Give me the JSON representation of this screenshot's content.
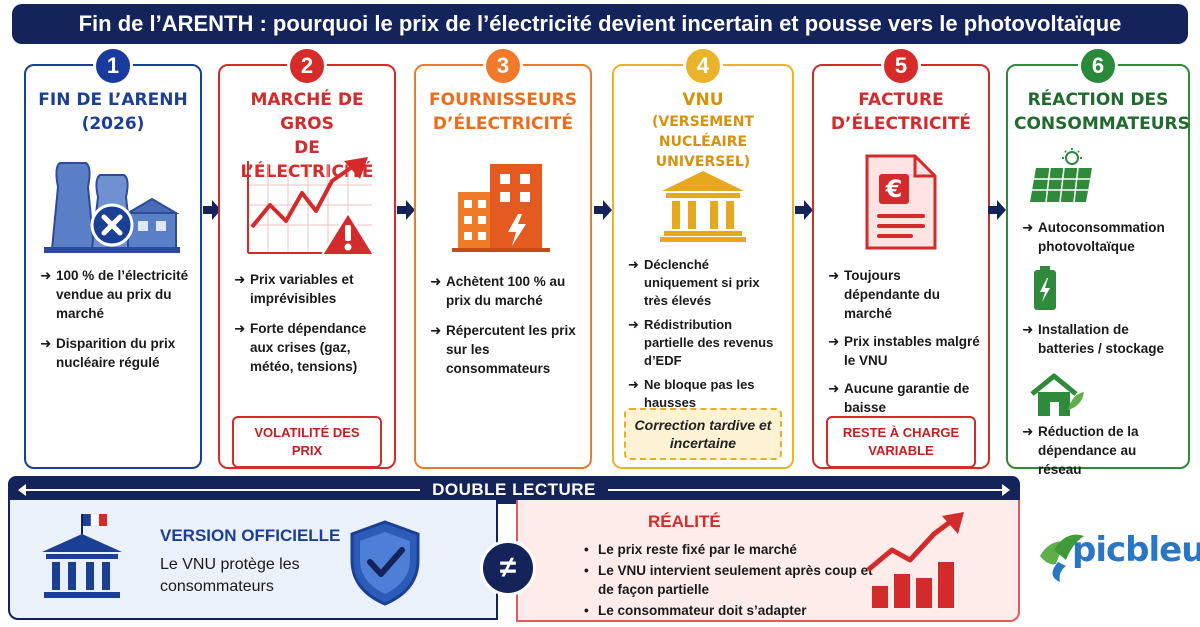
{
  "title": "Fin de l’ARENTH : pourquoi le prix de l’électricité devient incertain et pousse vers le photovoltaïque",
  "steps": [
    {
      "number": "1",
      "title_lines": [
        "FIN DE L’ARENH",
        "(2026)"
      ],
      "icon": "nuclear-plant-closed-icon",
      "bullets": [
        "100 % de l’électricité vendue au prix du marché",
        "Disparition du prix nucléaire régulé"
      ]
    },
    {
      "number": "2",
      "title_lines": [
        "MARCHÉ DE GROS",
        "DE L’ÉLECTRICITÉ"
      ],
      "icon": "volatile-chart-warning-icon",
      "bullets": [
        "Prix variables et imprévisibles",
        "Forte dépendance aux crises (gaz, météo, tensions)"
      ],
      "tag": "VOLATILITÉ DES PRIX"
    },
    {
      "number": "3",
      "title_lines": [
        "FOURNISSEURS",
        "D’ÉLECTRICITÉ"
      ],
      "icon": "supplier-building-icon",
      "bullets": [
        "Achètent 100 % au prix du marché",
        "Répercutent les prix sur les consommateurs"
      ]
    },
    {
      "number": "4",
      "title_lines": [
        "VNU"
      ],
      "subtitle_lines": [
        "(VERSEMENT NUCLÉAIRE",
        "UNIVERSEL)"
      ],
      "icon": "institution-icon",
      "bullets": [
        "Déclenché uniquement si prix très élevés",
        "Rédistribution partielle des revenus d’EDF",
        "Ne bloque pas les hausses"
      ],
      "tag": "Correction tardive et incertaine"
    },
    {
      "number": "5",
      "title_lines": [
        "FACTURE",
        "D’ÉLECTRICITÉ"
      ],
      "icon": "euro-invoice-icon",
      "bullets": [
        "Toujours dépendante du marché",
        "Prix instables malgré le VNU",
        "Aucune garantie de baisse"
      ],
      "tag": "RESTE À CHARGE VARIABLE"
    },
    {
      "number": "6",
      "title_lines": [
        "RÉACTION DES",
        "CONSOMMATEURS"
      ],
      "items": [
        {
          "icon": "solar-panel-icon",
          "text": "Autoconsommation photovoltaïque"
        },
        {
          "icon": "battery-icon",
          "text": "Installation de batteries / stockage"
        },
        {
          "icon": "eco-house-icon",
          "text": "Réduction de la dépendance au réseau"
        }
      ]
    }
  ],
  "double_reading": {
    "label": "DOUBLE LECTURE",
    "official": {
      "title": "VERSION OFFICIELLE",
      "text": "Le VNU protège les consommateurs"
    },
    "neq": "≠",
    "reality": {
      "title": "RÉALITÉ",
      "points": [
        "Le prix reste fixé par le marché",
        "Le VNU intervient seulement après coup et de façon partielle",
        "Le consommateur doit s’adapter"
      ]
    }
  },
  "brand": "picbleu",
  "colors": {
    "navy": "#14235a",
    "blue": "#1c3f96",
    "red": "#d32b2b",
    "orange": "#ef7b28",
    "yellow": "#e7b52c",
    "green": "#2f8a3c"
  }
}
